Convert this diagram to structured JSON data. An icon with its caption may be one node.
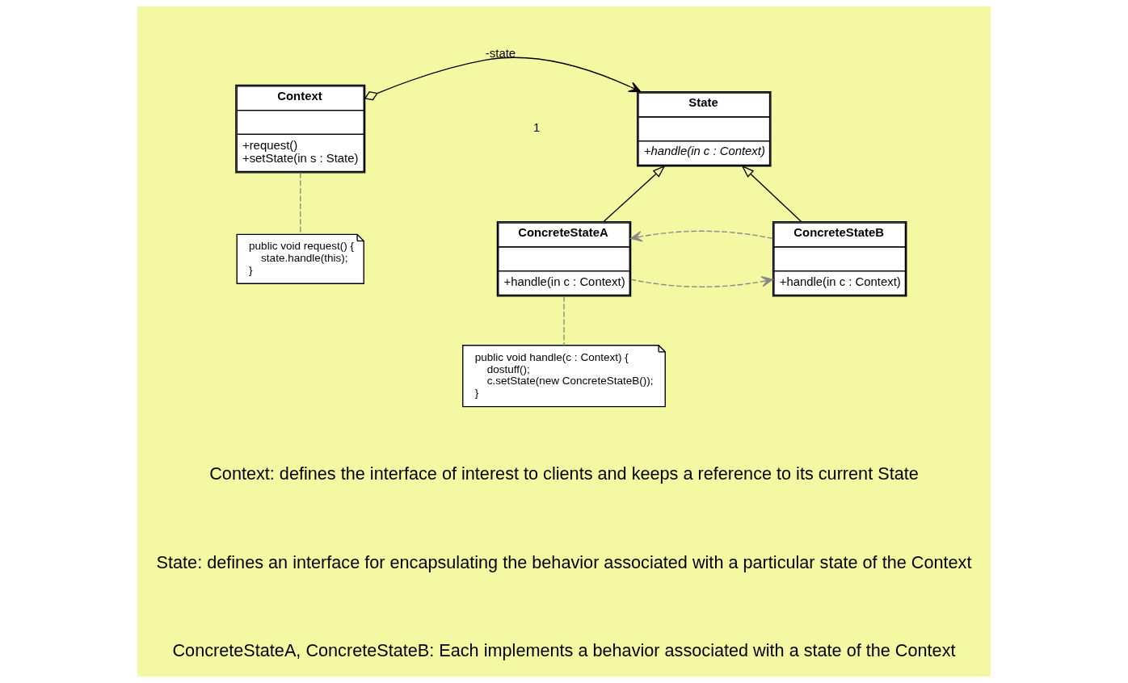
{
  "diagram": {
    "nodes": [
      {
        "text": [
          "Context",
          "+request()",
          "+setState(in s : State)"
        ]
      },
      {
        "text": [
          "State",
          "+handle(in c : Context)"
        ]
      },
      {
        "text": [
          "public void request() {",
          "state.handle(this);",
          "}"
        ]
      },
      {
        "text": [
          "ConcreteStateA",
          "+handle(in c : Context)"
        ]
      },
      {
        "text": [
          "ConcreteStateB",
          "+handle(in c : Context)"
        ]
      },
      {
        "text": [
          "public void handle(c : Context) {",
          "dostuff();",
          "c.setState(new ConcreteStateB());",
          "}"
        ]
      }
    ],
    "edges": [
      {
        "from": 0,
        "to": 1,
        "arrow": "to",
        "label": "-state",
        "color": "#000000"
      },
      {
        "from": 3,
        "to": 1,
        "arrow": "to",
        "color": "#000000"
      },
      {
        "from": 4,
        "to": 1,
        "arrow": "to",
        "color": "#000000"
      },
      {
        "from": 3,
        "to": 4,
        "arrow": "to",
        "style": "dashed",
        "color": "#888888"
      },
      {
        "from": 4,
        "to": 3,
        "arrow": "to",
        "style": "dashed",
        "color": "#888888"
      },
      {
        "from": 0,
        "to": 2,
        "arrow": "none",
        "style": "dashed",
        "color": "#888888"
      },
      {
        "from": 3,
        "to": 5,
        "arrow": "none",
        "style": "dashed",
        "color": "#888888"
      }
    ],
    "labels": [
      "1",
      "Context: defines the interface of interest to clients and keeps a reference to its current State",
      "State: defines an interface for encapsulating the behavior associated with a particular state of the Context",
      "ConcreteStateA, ConcreteStateB: Each implements a behavior associated with a state of the Context"
    ]
  }
}
